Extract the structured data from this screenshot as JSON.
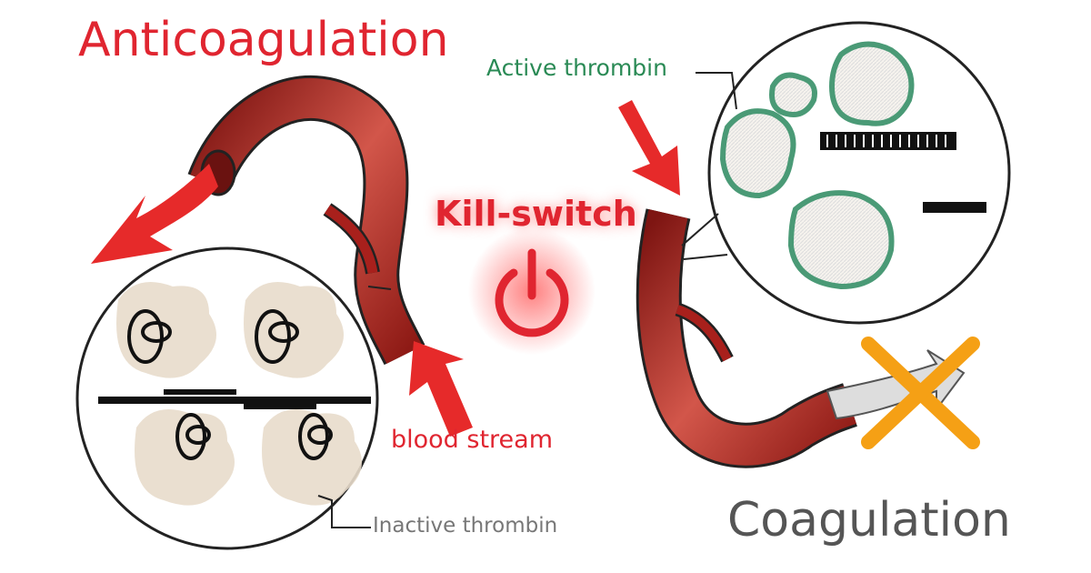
{
  "titles": {
    "anticoagulation": "Anticoagulation",
    "coagulation": "Coagulation"
  },
  "labels": {
    "kill_switch": "Kill-switch",
    "blood_stream": "blood stream",
    "active_thrombin": "Active thrombin",
    "inactive_thrombin": "Inactive thrombin"
  },
  "icons": [
    "power-icon",
    "arrow-icon",
    "cross-icon",
    "blood-vessel-icon",
    "thrombin-icon"
  ],
  "colors": {
    "red": "#e02530",
    "vessel": "#a8201c",
    "thrombin_green": "#6bb597",
    "inactive_beige": "#e8dccb",
    "cross_orange": "#f5a015",
    "gray_text": "#555555"
  }
}
